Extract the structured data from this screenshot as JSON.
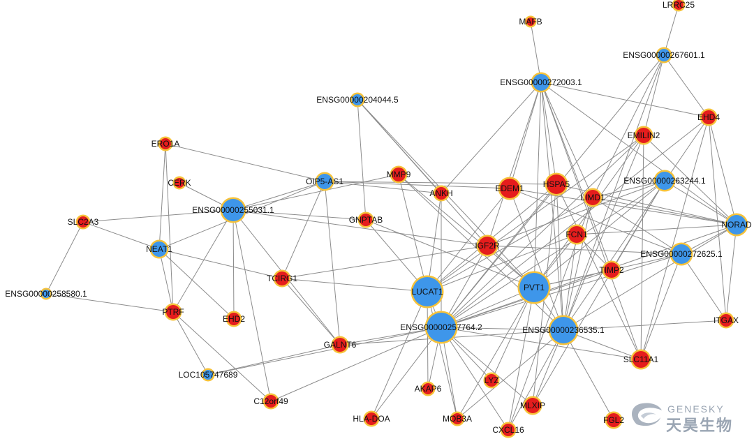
{
  "network": {
    "nodes": [
      {
        "id": "LRRC25",
        "label": "LRRC25",
        "kind": "red"
      },
      {
        "id": "MAFB",
        "label": "MAFB",
        "kind": "red"
      },
      {
        "id": "ENSG00000267601.1",
        "label": "ENSG00000267601.1",
        "kind": "blue"
      },
      {
        "id": "ENSG00000272003.1",
        "label": "ENSG00000272003.1",
        "kind": "blue"
      },
      {
        "id": "ENSG00000204044.5",
        "label": "ENSG00000204044.5",
        "kind": "blue"
      },
      {
        "id": "EHD4",
        "label": "EHD4",
        "kind": "red"
      },
      {
        "id": "EMILIN2",
        "label": "EMILIN2",
        "kind": "red"
      },
      {
        "id": "ERO1A",
        "label": "ERO1A",
        "kind": "red"
      },
      {
        "id": "CERK",
        "label": "CERK",
        "kind": "red"
      },
      {
        "id": "OIP5-AS1",
        "label": "OIP5-AS1",
        "kind": "blue"
      },
      {
        "id": "MMP9",
        "label": "MMP9",
        "kind": "red"
      },
      {
        "id": "ANKH",
        "label": "ANKH",
        "kind": "red"
      },
      {
        "id": "EDEM1",
        "label": "EDEM1",
        "kind": "red"
      },
      {
        "id": "HSPA5",
        "label": "HSPA5",
        "kind": "red"
      },
      {
        "id": "ENSG00000263244.1",
        "label": "ENSG00000263244.1",
        "kind": "blue"
      },
      {
        "id": "LIMD1",
        "label": "LIMD1",
        "kind": "red"
      },
      {
        "id": "ENSG00000255031.1",
        "label": "ENSG00000255031.1",
        "kind": "blue"
      },
      {
        "id": "SLC2A3",
        "label": "SLC2A3",
        "kind": "red"
      },
      {
        "id": "GNPTAB",
        "label": "GNPTAB",
        "kind": "red"
      },
      {
        "id": "NORAD",
        "label": "NORAD",
        "kind": "blue"
      },
      {
        "id": "FCN1",
        "label": "FCN1",
        "kind": "red"
      },
      {
        "id": "IGF2R",
        "label": "IGF2R",
        "kind": "red"
      },
      {
        "id": "NEAT1",
        "label": "NEAT1",
        "kind": "blue"
      },
      {
        "id": "ENSG00000272625.1",
        "label": "ENSG00000272625.1",
        "kind": "blue"
      },
      {
        "id": "TIMP2",
        "label": "TIMP2",
        "kind": "red"
      },
      {
        "id": "TCIRG1",
        "label": "TCIRG1",
        "kind": "red"
      },
      {
        "id": "ENSG00000258580.1",
        "label": "ENSG00000258580.1",
        "kind": "blue"
      },
      {
        "id": "LUCAT1",
        "label": "LUCAT1",
        "kind": "blue"
      },
      {
        "id": "PVT1",
        "label": "PVT1",
        "kind": "blue"
      },
      {
        "id": "PTRF",
        "label": "PTRF",
        "kind": "red"
      },
      {
        "id": "EHD2",
        "label": "EHD2",
        "kind": "red"
      },
      {
        "id": "ITGAX",
        "label": "ITGAX",
        "kind": "red"
      },
      {
        "id": "ENSG00000257764.2",
        "label": "ENSG00000257764.2",
        "kind": "blue"
      },
      {
        "id": "ENSG00000236535.1",
        "label": "ENSG00000236535.1",
        "kind": "blue"
      },
      {
        "id": "GALNT6",
        "label": "GALNT6",
        "kind": "red"
      },
      {
        "id": "SLC11A1",
        "label": "SLC11A1",
        "kind": "red"
      },
      {
        "id": "LOC105747689",
        "label": "LOC105747689",
        "kind": "blue"
      },
      {
        "id": "LYZ",
        "label": "LYZ",
        "kind": "red"
      },
      {
        "id": "AKAP6",
        "label": "AKAP6",
        "kind": "red"
      },
      {
        "id": "C12orf49",
        "label": "C12orf49",
        "kind": "red"
      },
      {
        "id": "MLXIP",
        "label": "MLXIP",
        "kind": "red"
      },
      {
        "id": "HLA-DOA",
        "label": "HLA-DOA",
        "kind": "red"
      },
      {
        "id": "MOB3A",
        "label": "MOB3A",
        "kind": "red"
      },
      {
        "id": "FGL2",
        "label": "FGL2",
        "kind": "red"
      },
      {
        "id": "CXCL16",
        "label": "CXCL16",
        "kind": "red"
      }
    ],
    "edges": [
      [
        "LRRC25",
        "ENSG00000267601.1"
      ],
      [
        "MAFB",
        "ENSG00000272003.1"
      ],
      [
        "ENSG00000267601.1",
        "EHD4"
      ],
      [
        "ENSG00000267601.1",
        "EMILIN2"
      ],
      [
        "ENSG00000267601.1",
        "LIMD1"
      ],
      [
        "ENSG00000267601.1",
        "ENSG00000236535.1"
      ],
      [
        "ENSG00000267601.1",
        "ENSG00000257764.2"
      ],
      [
        "ENSG00000272003.1",
        "EHD4"
      ],
      [
        "ENSG00000272003.1",
        "ANKH"
      ],
      [
        "ENSG00000272003.1",
        "HSPA5"
      ],
      [
        "ENSG00000272003.1",
        "EDEM1"
      ],
      [
        "ENSG00000272003.1",
        "LIMD1"
      ],
      [
        "ENSG00000272003.1",
        "NORAD"
      ],
      [
        "ENSG00000272003.1",
        "IGF2R"
      ],
      [
        "ENSG00000272003.1",
        "ENSG00000236535.1"
      ],
      [
        "ENSG00000272003.1",
        "PVT1"
      ],
      [
        "ENSG00000272003.1",
        "TIMP2"
      ],
      [
        "ENSG00000272003.1",
        "SLC11A1"
      ],
      [
        "ENSG00000204044.5",
        "GNPTAB"
      ],
      [
        "ENSG00000204044.5",
        "ANKH"
      ],
      [
        "ENSG00000204044.5",
        "PVT1"
      ],
      [
        "ENSG00000204044.5",
        "IGF2R"
      ],
      [
        "EHD4",
        "NORAD"
      ],
      [
        "EHD4",
        "ENSG00000257764.2"
      ],
      [
        "EHD4",
        "ITGAX"
      ],
      [
        "EHD4",
        "SLC11A1"
      ],
      [
        "EHD4",
        "ENSG00000236535.1"
      ],
      [
        "EMILIN2",
        "LUCAT1"
      ],
      [
        "EMILIN2",
        "PVT1"
      ],
      [
        "EMILIN2",
        "ENSG00000236535.1"
      ],
      [
        "EMILIN2",
        "NORAD"
      ],
      [
        "EMILIN2",
        "SLC11A1"
      ],
      [
        "EMILIN2",
        "ENSG00000257764.2"
      ],
      [
        "ERO1A",
        "OIP5-AS1"
      ],
      [
        "ERO1A",
        "NEAT1"
      ],
      [
        "ERO1A",
        "PTRF"
      ],
      [
        "OIP5-AS1",
        "ENSG00000255031.1"
      ],
      [
        "OIP5-AS1",
        "NEAT1"
      ],
      [
        "OIP5-AS1",
        "TCIRG1"
      ],
      [
        "OIP5-AS1",
        "GALNT6"
      ],
      [
        "OIP5-AS1",
        "HSPA5"
      ],
      [
        "OIP5-AS1",
        "EDEM1"
      ],
      [
        "OIP5-AS1",
        "ANKH"
      ],
      [
        "MMP9",
        "ENSG00000255031.1"
      ],
      [
        "MMP9",
        "LUCAT1"
      ],
      [
        "MMP9",
        "PVT1"
      ],
      [
        "MMP9",
        "ENSG00000236535.1"
      ],
      [
        "ANKH",
        "ENSG00000257764.2"
      ],
      [
        "ANKH",
        "LUCAT1"
      ],
      [
        "EDEM1",
        "LUCAT1"
      ],
      [
        "EDEM1",
        "ENSG00000236535.1"
      ],
      [
        "EDEM1",
        "NORAD"
      ],
      [
        "EDEM1",
        "ENSG00000272625.1"
      ],
      [
        "HSPA5",
        "LUCAT1"
      ],
      [
        "HSPA5",
        "ENSG00000257764.2"
      ],
      [
        "HSPA5",
        "ENSG00000236535.1"
      ],
      [
        "HSPA5",
        "NORAD"
      ],
      [
        "HSPA5",
        "MLXIP"
      ],
      [
        "HSPA5",
        "SLC11A1"
      ],
      [
        "ENSG00000263244.1",
        "LIMD1"
      ],
      [
        "ENSG00000263244.1",
        "NORAD"
      ],
      [
        "ENSG00000263244.1",
        "IGF2R"
      ],
      [
        "ENSG00000263244.1",
        "ENSG00000257764.2"
      ],
      [
        "ENSG00000263244.1",
        "PVT1"
      ],
      [
        "ENSG00000263244.1",
        "TIMP2"
      ],
      [
        "ENSG00000263244.1",
        "MLXIP"
      ],
      [
        "LIMD1",
        "NORAD"
      ],
      [
        "LIMD1",
        "LUCAT1"
      ],
      [
        "LIMD1",
        "ENSG00000272625.1"
      ],
      [
        "LIMD1",
        "ENSG00000236535.1"
      ],
      [
        "LIMD1",
        "CXCL16"
      ],
      [
        "ENSG00000255031.1",
        "SLC2A3"
      ],
      [
        "ENSG00000255031.1",
        "GNPTAB"
      ],
      [
        "ENSG00000255031.1",
        "CERK"
      ],
      [
        "ENSG00000255031.1",
        "PTRF"
      ],
      [
        "ENSG00000255031.1",
        "EHD2"
      ],
      [
        "ENSG00000255031.1",
        "GALNT6"
      ],
      [
        "ENSG00000255031.1",
        "C12orf49"
      ],
      [
        "ENSG00000255031.1",
        "IGF2R"
      ],
      [
        "SLC2A3",
        "NEAT1"
      ],
      [
        "SLC2A3",
        "ENSG00000258580.1"
      ],
      [
        "GNPTAB",
        "LUCAT1"
      ],
      [
        "GNPTAB",
        "PVT1"
      ],
      [
        "NORAD",
        "ENSG00000236535.1"
      ],
      [
        "NORAD",
        "ENSG00000257764.2"
      ],
      [
        "NORAD",
        "ITGAX"
      ],
      [
        "NORAD",
        "FCN1"
      ],
      [
        "NORAD",
        "ENSG00000272625.1"
      ],
      [
        "FCN1",
        "LUCAT1"
      ],
      [
        "FCN1",
        "PVT1"
      ],
      [
        "FCN1",
        "ENSG00000236535.1"
      ],
      [
        "FCN1",
        "TIMP2"
      ],
      [
        "IGF2R",
        "ENSG00000257764.2"
      ],
      [
        "IGF2R",
        "PVT1"
      ],
      [
        "IGF2R",
        "ENSG00000272625.1"
      ],
      [
        "IGF2R",
        "TCIRG1"
      ],
      [
        "NEAT1",
        "TCIRG1"
      ],
      [
        "NEAT1",
        "PTRF"
      ],
      [
        "NEAT1",
        "EHD2"
      ],
      [
        "ENSG00000272625.1",
        "PVT1"
      ],
      [
        "ENSG00000272625.1",
        "ENSG00000257764.2"
      ],
      [
        "ENSG00000272625.1",
        "SLC11A1"
      ],
      [
        "ENSG00000272625.1",
        "ITGAX"
      ],
      [
        "TIMP2",
        "PVT1"
      ],
      [
        "TIMP2",
        "ENSG00000257764.2"
      ],
      [
        "TCIRG1",
        "GALNT6"
      ],
      [
        "TCIRG1",
        "LUCAT1"
      ],
      [
        "ENSG00000258580.1",
        "PTRF"
      ],
      [
        "LUCAT1",
        "ENSG00000257764.2"
      ],
      [
        "LUCAT1",
        "AKAP6"
      ],
      [
        "LUCAT1",
        "MOB3A"
      ],
      [
        "LUCAT1",
        "HLA-DOA"
      ],
      [
        "PVT1",
        "ENSG00000257764.2"
      ],
      [
        "PVT1",
        "ENSG00000236535.1"
      ],
      [
        "PVT1",
        "LYZ"
      ],
      [
        "PVT1",
        "MOB3A"
      ],
      [
        "PVT1",
        "CXCL16"
      ],
      [
        "PTRF",
        "C12orf49"
      ],
      [
        "ENSG00000257764.2",
        "ENSG00000236535.1"
      ],
      [
        "ENSG00000257764.2",
        "GALNT6"
      ],
      [
        "ENSG00000257764.2",
        "LOC105747689"
      ],
      [
        "ENSG00000257764.2",
        "AKAP6"
      ],
      [
        "ENSG00000257764.2",
        "LYZ"
      ],
      [
        "ENSG00000257764.2",
        "MLXIP"
      ],
      [
        "ENSG00000257764.2",
        "CXCL16"
      ],
      [
        "ENSG00000257764.2",
        "MOB3A"
      ],
      [
        "ENSG00000257764.2",
        "SLC11A1"
      ],
      [
        "ENSG00000257764.2",
        "C12orf49"
      ],
      [
        "ENSG00000257764.2",
        "HLA-DOA"
      ],
      [
        "ENSG00000236535.1",
        "ITGAX"
      ],
      [
        "ENSG00000236535.1",
        "SLC11A1"
      ],
      [
        "ENSG00000236535.1",
        "FGL2"
      ],
      [
        "ENSG00000236535.1",
        "MLXIP"
      ],
      [
        "ENSG00000236535.1",
        "CXCL16"
      ],
      [
        "ENSG00000236535.1",
        "MOB3A"
      ],
      [
        "ENSG00000236535.1",
        "GALNT6"
      ],
      [
        "GALNT6",
        "LOC105747689"
      ],
      [
        "LOC105747689",
        "PTRF"
      ]
    ]
  },
  "watermark": {
    "brand_en": "GENESKY",
    "brand_cn": "天昊生物"
  },
  "colors": {
    "edge": "#8c8c8c",
    "ring": "#f6c23a",
    "red_node": "#e51d1d",
    "blue_node": "#3e96ea"
  }
}
